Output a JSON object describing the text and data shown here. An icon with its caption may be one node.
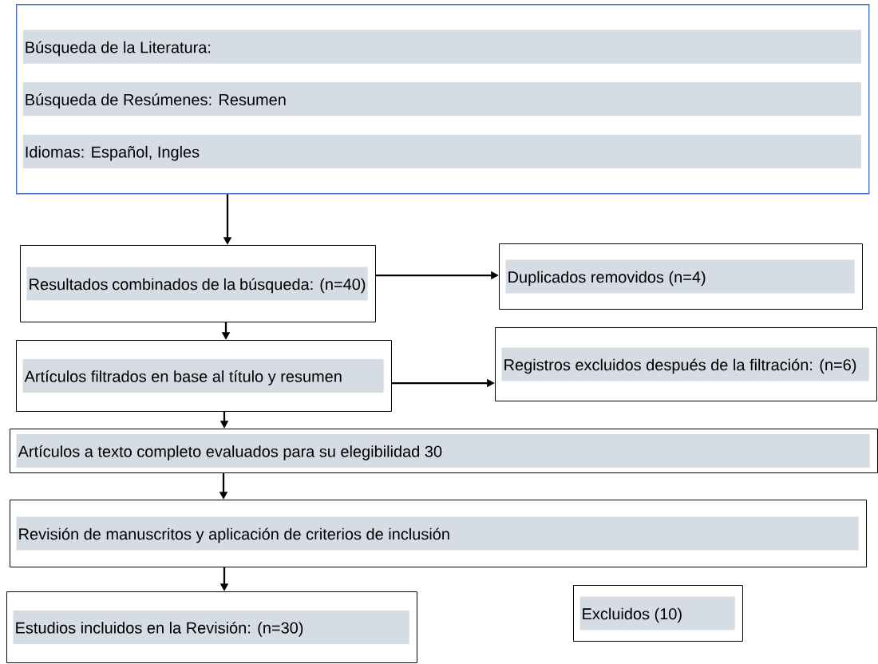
{
  "diagram": {
    "nodes": [
      {
        "text": [
          "Búsqueda de la Literatura:",
          "Búsqueda de Resúmenes: Resumen",
          "Idiomas: Español, Ingles"
        ]
      },
      {
        "text": [
          "Resultados combinados de la búsqueda: (n=40)"
        ]
      },
      {
        "text": [
          "Duplicados removidos (n=4)"
        ]
      },
      {
        "text": [
          "Artículos filtrados en base al título y resumen"
        ]
      },
      {
        "text": [
          "Registros excluidos después de la filtración: (n=6)"
        ]
      },
      {
        "text": [
          "Artículos a texto completo evaluados para su elegibilidad 30"
        ]
      },
      {
        "text": [
          "Revisión de manuscritos y aplicación de criterios de inclusión"
        ]
      },
      {
        "text": [
          "Estudios incluidos en la Revisión: (n=30)"
        ]
      },
      {
        "text": [
          "Excluidos (10)"
        ]
      }
    ],
    "edges": [
      {
        "from": 0,
        "to": 1,
        "arrow": "to"
      },
      {
        "from": 1,
        "to": 2,
        "arrow": "to"
      },
      {
        "from": 1,
        "to": 3,
        "arrow": "to"
      },
      {
        "from": 3,
        "to": 4,
        "arrow": "to"
      },
      {
        "from": 3,
        "to": 5,
        "arrow": "to"
      },
      {
        "from": 5,
        "to": 6,
        "arrow": "to"
      },
      {
        "from": 6,
        "to": 7,
        "arrow": "to"
      }
    ]
  }
}
